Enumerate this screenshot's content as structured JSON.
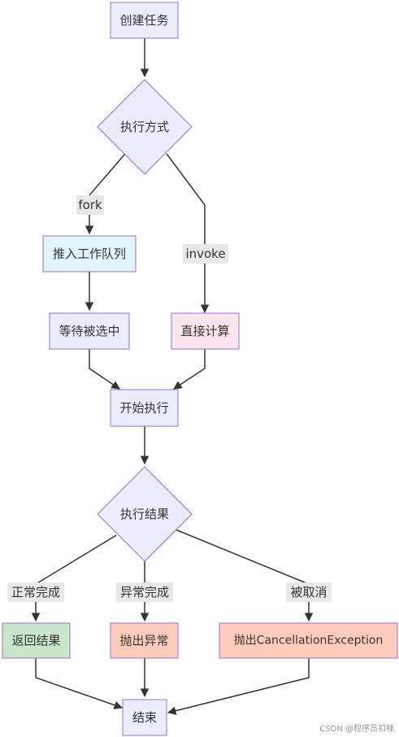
{
  "nodes": {
    "create_task": "创建任务",
    "exec_mode": "执行方式",
    "push_queue": "推入工作队列",
    "wait_selected": "等待被选中",
    "direct_compute": "直接计算",
    "start_exec": "开始执行",
    "exec_result": "执行结果",
    "return_result": "返回结果",
    "throw_exception": "抛出异常",
    "throw_cancellation": "抛出CancellationException",
    "end": "结束"
  },
  "edges": {
    "fork": "fork",
    "invoke": "invoke",
    "normal_complete": "正常完成",
    "abnormal_complete": "异常完成",
    "cancelled": "被取消"
  },
  "colors": {
    "default_fill": "#ECECFF",
    "default_stroke": "#9370DB",
    "queue_fill": "#E1F5FE",
    "direct_fill": "#FCE4EC",
    "success_fill": "#C8E6C9",
    "error_fill": "#FFCCBC",
    "edge_stroke": "#333333",
    "edge_label_bg": "#E8E8E8"
  },
  "watermark": "CSDN @程序员扣棣"
}
